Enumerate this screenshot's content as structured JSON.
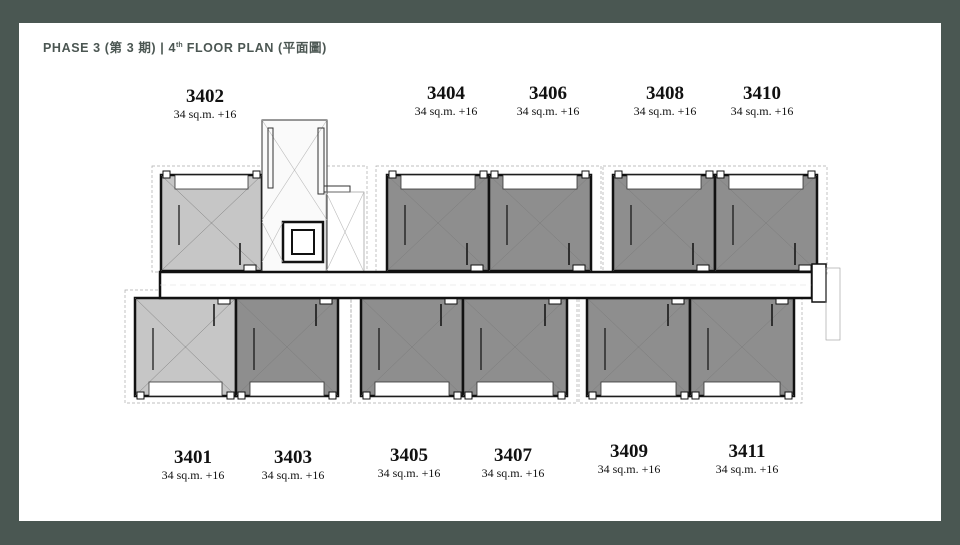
{
  "header": {
    "phase": "PHASE 3 (第 3 期)",
    "divider": "|",
    "floor_num": "4",
    "floor_sup": "th",
    "floor_rest": "FLOOR PLAN (平面圖)"
  },
  "colors": {
    "frame": "#4a5752",
    "unit_dark": "#8e8e8e",
    "unit_light": "#c6c6c6",
    "heading": "#4b5652"
  },
  "units": [
    {
      "id": "3402",
      "size": "34 sq.m. +16",
      "shade": "light"
    },
    {
      "id": "3404",
      "size": "34 sq.m. +16",
      "shade": "dark"
    },
    {
      "id": "3406",
      "size": "34 sq.m. +16",
      "shade": "dark"
    },
    {
      "id": "3408",
      "size": "34 sq.m. +16",
      "shade": "dark"
    },
    {
      "id": "3410",
      "size": "34 sq.m. +16",
      "shade": "dark"
    },
    {
      "id": "3401",
      "size": "34 sq.m. +16",
      "shade": "light"
    },
    {
      "id": "3403",
      "size": "34 sq.m. +16",
      "shade": "dark"
    },
    {
      "id": "3405",
      "size": "34 sq.m. +16",
      "shade": "dark"
    },
    {
      "id": "3407",
      "size": "34 sq.m. +16",
      "shade": "dark"
    },
    {
      "id": "3409",
      "size": "34 sq.m. +16",
      "shade": "dark"
    },
    {
      "id": "3411",
      "size": "34 sq.m. +16",
      "shade": "dark"
    }
  ]
}
